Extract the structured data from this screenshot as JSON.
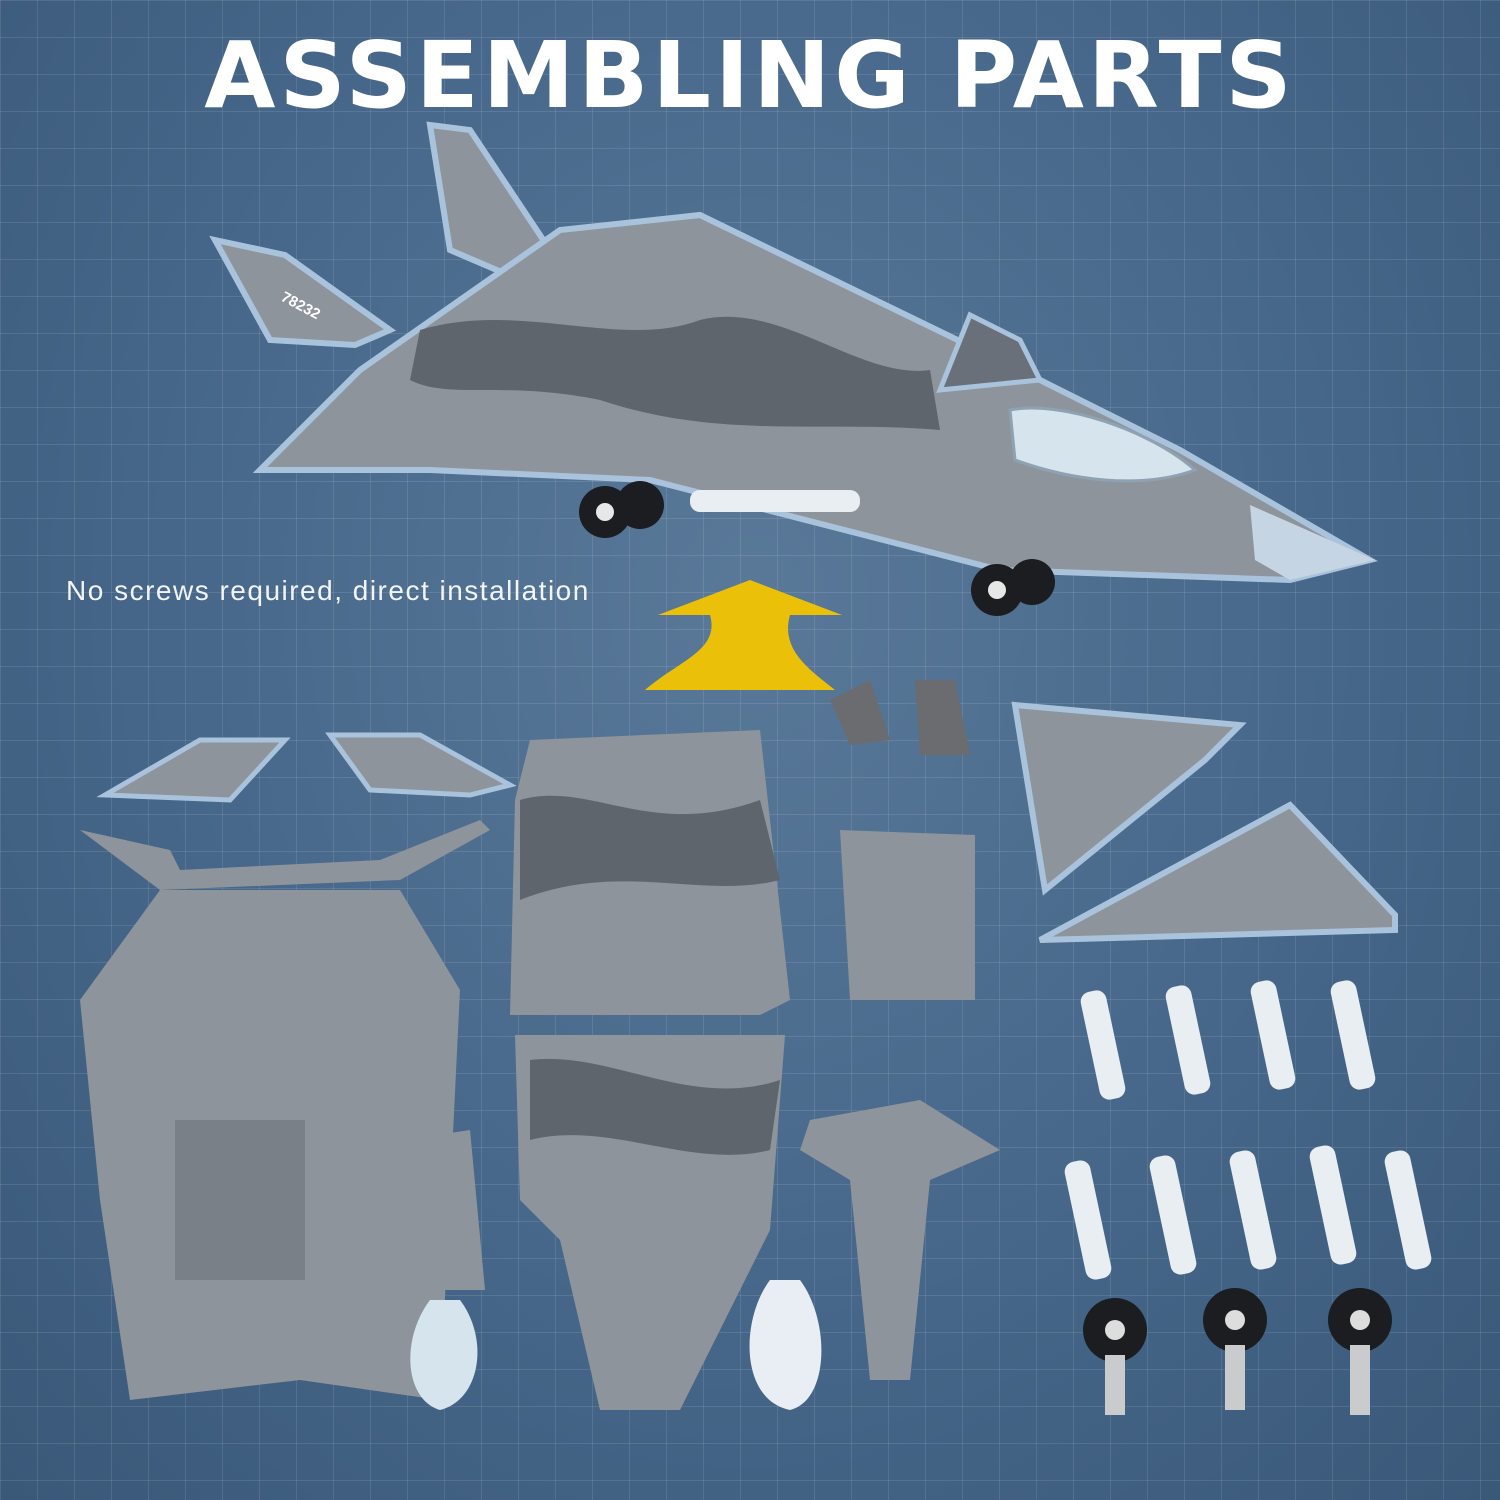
{
  "title": "ASSEMBLING PARTS",
  "subtitle": "No screws required, direct installation",
  "tail_number": "78232",
  "colors": {
    "background": "#46678a",
    "arrow": "#f3c400",
    "camo_light": "#8e949b",
    "camo_dark": "#5f656d",
    "trim": "#a9c3dc",
    "missile": "#e9eef2"
  }
}
